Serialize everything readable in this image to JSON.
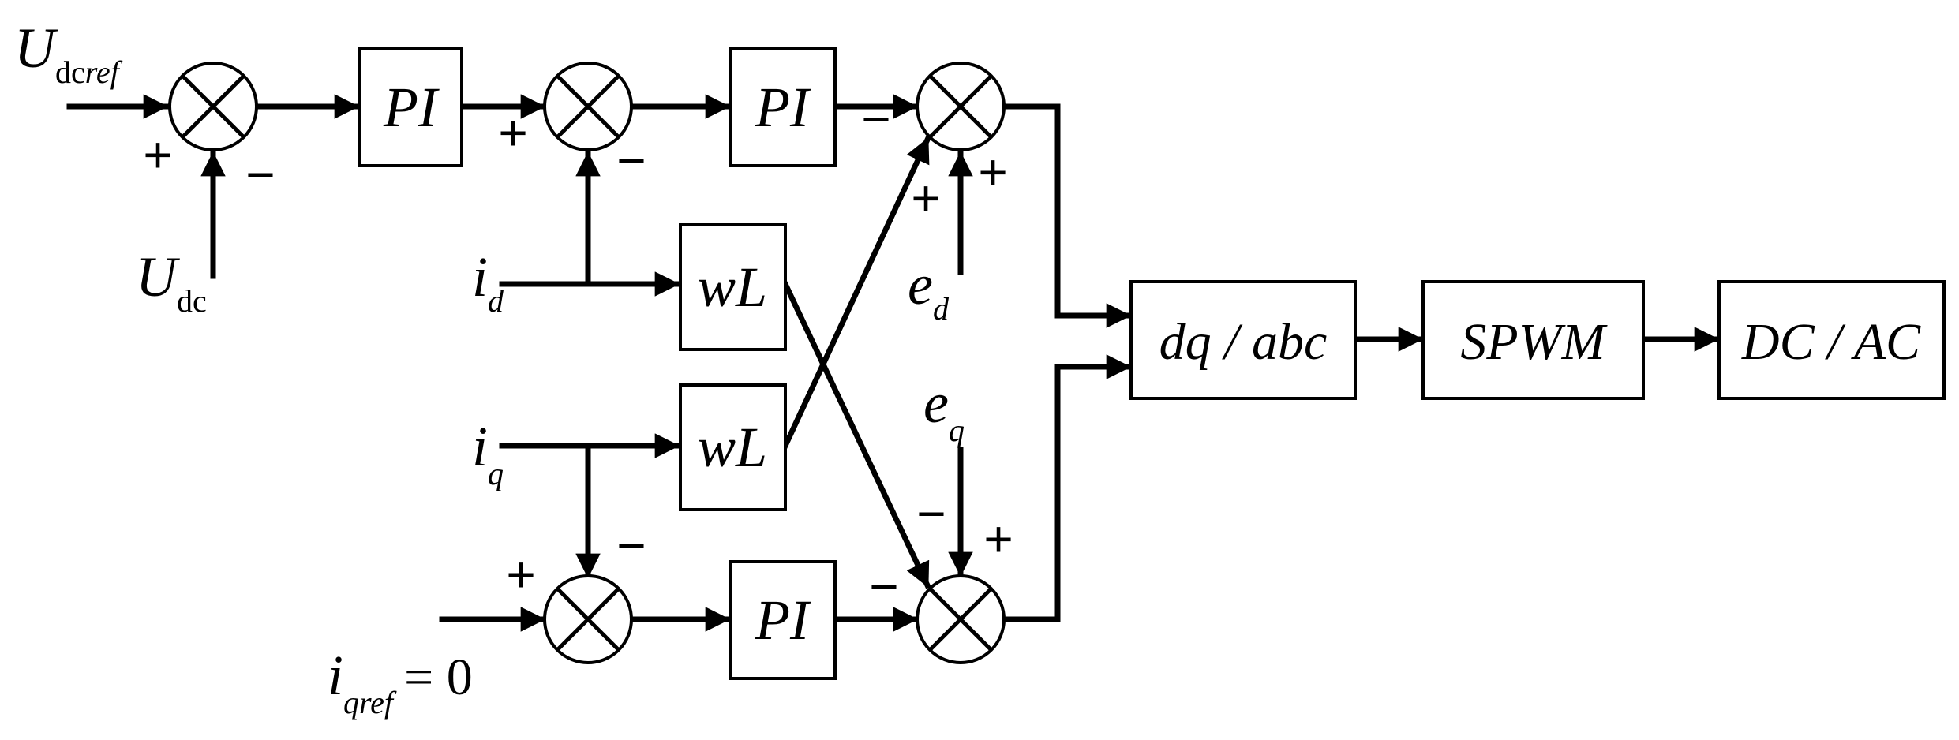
{
  "blocks": {
    "pi_voltage": "PI",
    "pi_d_current": "PI",
    "pi_q_current": "PI",
    "wl_d": "wL",
    "wl_q": "wL",
    "dq_abc": "dq / abc",
    "spwm": "SPWM",
    "dc_ac": "DC / AC"
  },
  "inputs": {
    "udcref": {
      "main": "U",
      "sub_dc": "dc",
      "sub_ref": "ref"
    },
    "udc": {
      "main": "U",
      "sub": "dc"
    },
    "id": {
      "main": "i",
      "sub": "d"
    },
    "iq": {
      "main": "i",
      "sub": "q"
    },
    "iqref": {
      "main": "i",
      "sub": "qref",
      "value": "= 0"
    },
    "ed": {
      "main": "e",
      "sub": "d"
    },
    "eq": {
      "main": "e",
      "sub": "q"
    }
  },
  "signs": {
    "s1_plus": "+",
    "s1_minus": "−",
    "s2_plus": "+",
    "s2_minus": "−",
    "s3_minus": "−",
    "s3_plus_cross": "+",
    "s3_plus_ed": "+",
    "s4_plus": "+",
    "s4_minus": "−",
    "s5_minus": "−",
    "s5_minus_eq": "−",
    "s5_plus": "+"
  }
}
